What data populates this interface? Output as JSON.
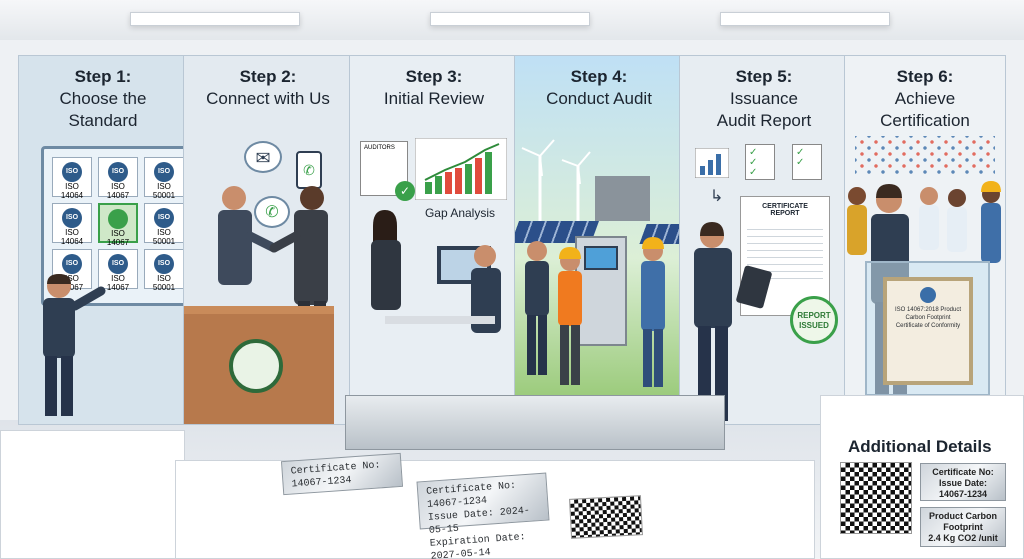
{
  "steps": [
    {
      "label": "Step 1:",
      "title_line1": "Choose the",
      "title_line2": "Standard",
      "iso_tiles": [
        "ISO 14064",
        "ISO 14067",
        "ISO 50001",
        "ISO 14064",
        "ISO 14067",
        "ISO 50001",
        "ISO 14067",
        "ISO 14067",
        "ISO 50001"
      ]
    },
    {
      "label": "Step 2:",
      "title_line1": "Connect with Us",
      "title_line2": ""
    },
    {
      "label": "Step 3:",
      "title_line1": "Initial Review",
      "title_line2": "",
      "doc_header": "AUDITORS",
      "chart_caption": "Gap Analysis"
    },
    {
      "label": "Step 4:",
      "title_line1": "Conduct Audit",
      "title_line2": ""
    },
    {
      "label": "Step 5:",
      "title_line1": "Issuance",
      "title_line2": "Audit Report",
      "report_title": "CERTIFICATE REPORT",
      "stamp": "REPORT ISSUED"
    },
    {
      "label": "Step 6:",
      "title_line1": "Achieve",
      "title_line2": "Certification",
      "cert_text": "ISO 14067:2018 Product Carbon Footprint Certificate of Conformity"
    }
  ],
  "floor": {
    "plate_left": "Certificate No: 14067-1234",
    "plate_right_1": "Certificate No: 14067-1234",
    "plate_right_2": "Issue Date: 2024-05-15",
    "plate_right_3": "Expiration Date: 2027-05-14"
  },
  "additional": {
    "title": "Additional Details",
    "plate1_line1": "Certificate No:",
    "plate1_line2": "Issue Date:",
    "plate1_line3": "14067-1234",
    "plate2_line1": "Product Carbon",
    "plate2_line2": "Footprint",
    "plate2_line3": "2.4 Kg CO2 /unit"
  },
  "colors": {
    "suit": "#2f3e52",
    "skin": "#c98e6c",
    "accent_green": "#3aa04a",
    "hardhat": "#f2b21a",
    "vest": "#f07a1f",
    "panel_bg": "#dfe8ef"
  }
}
